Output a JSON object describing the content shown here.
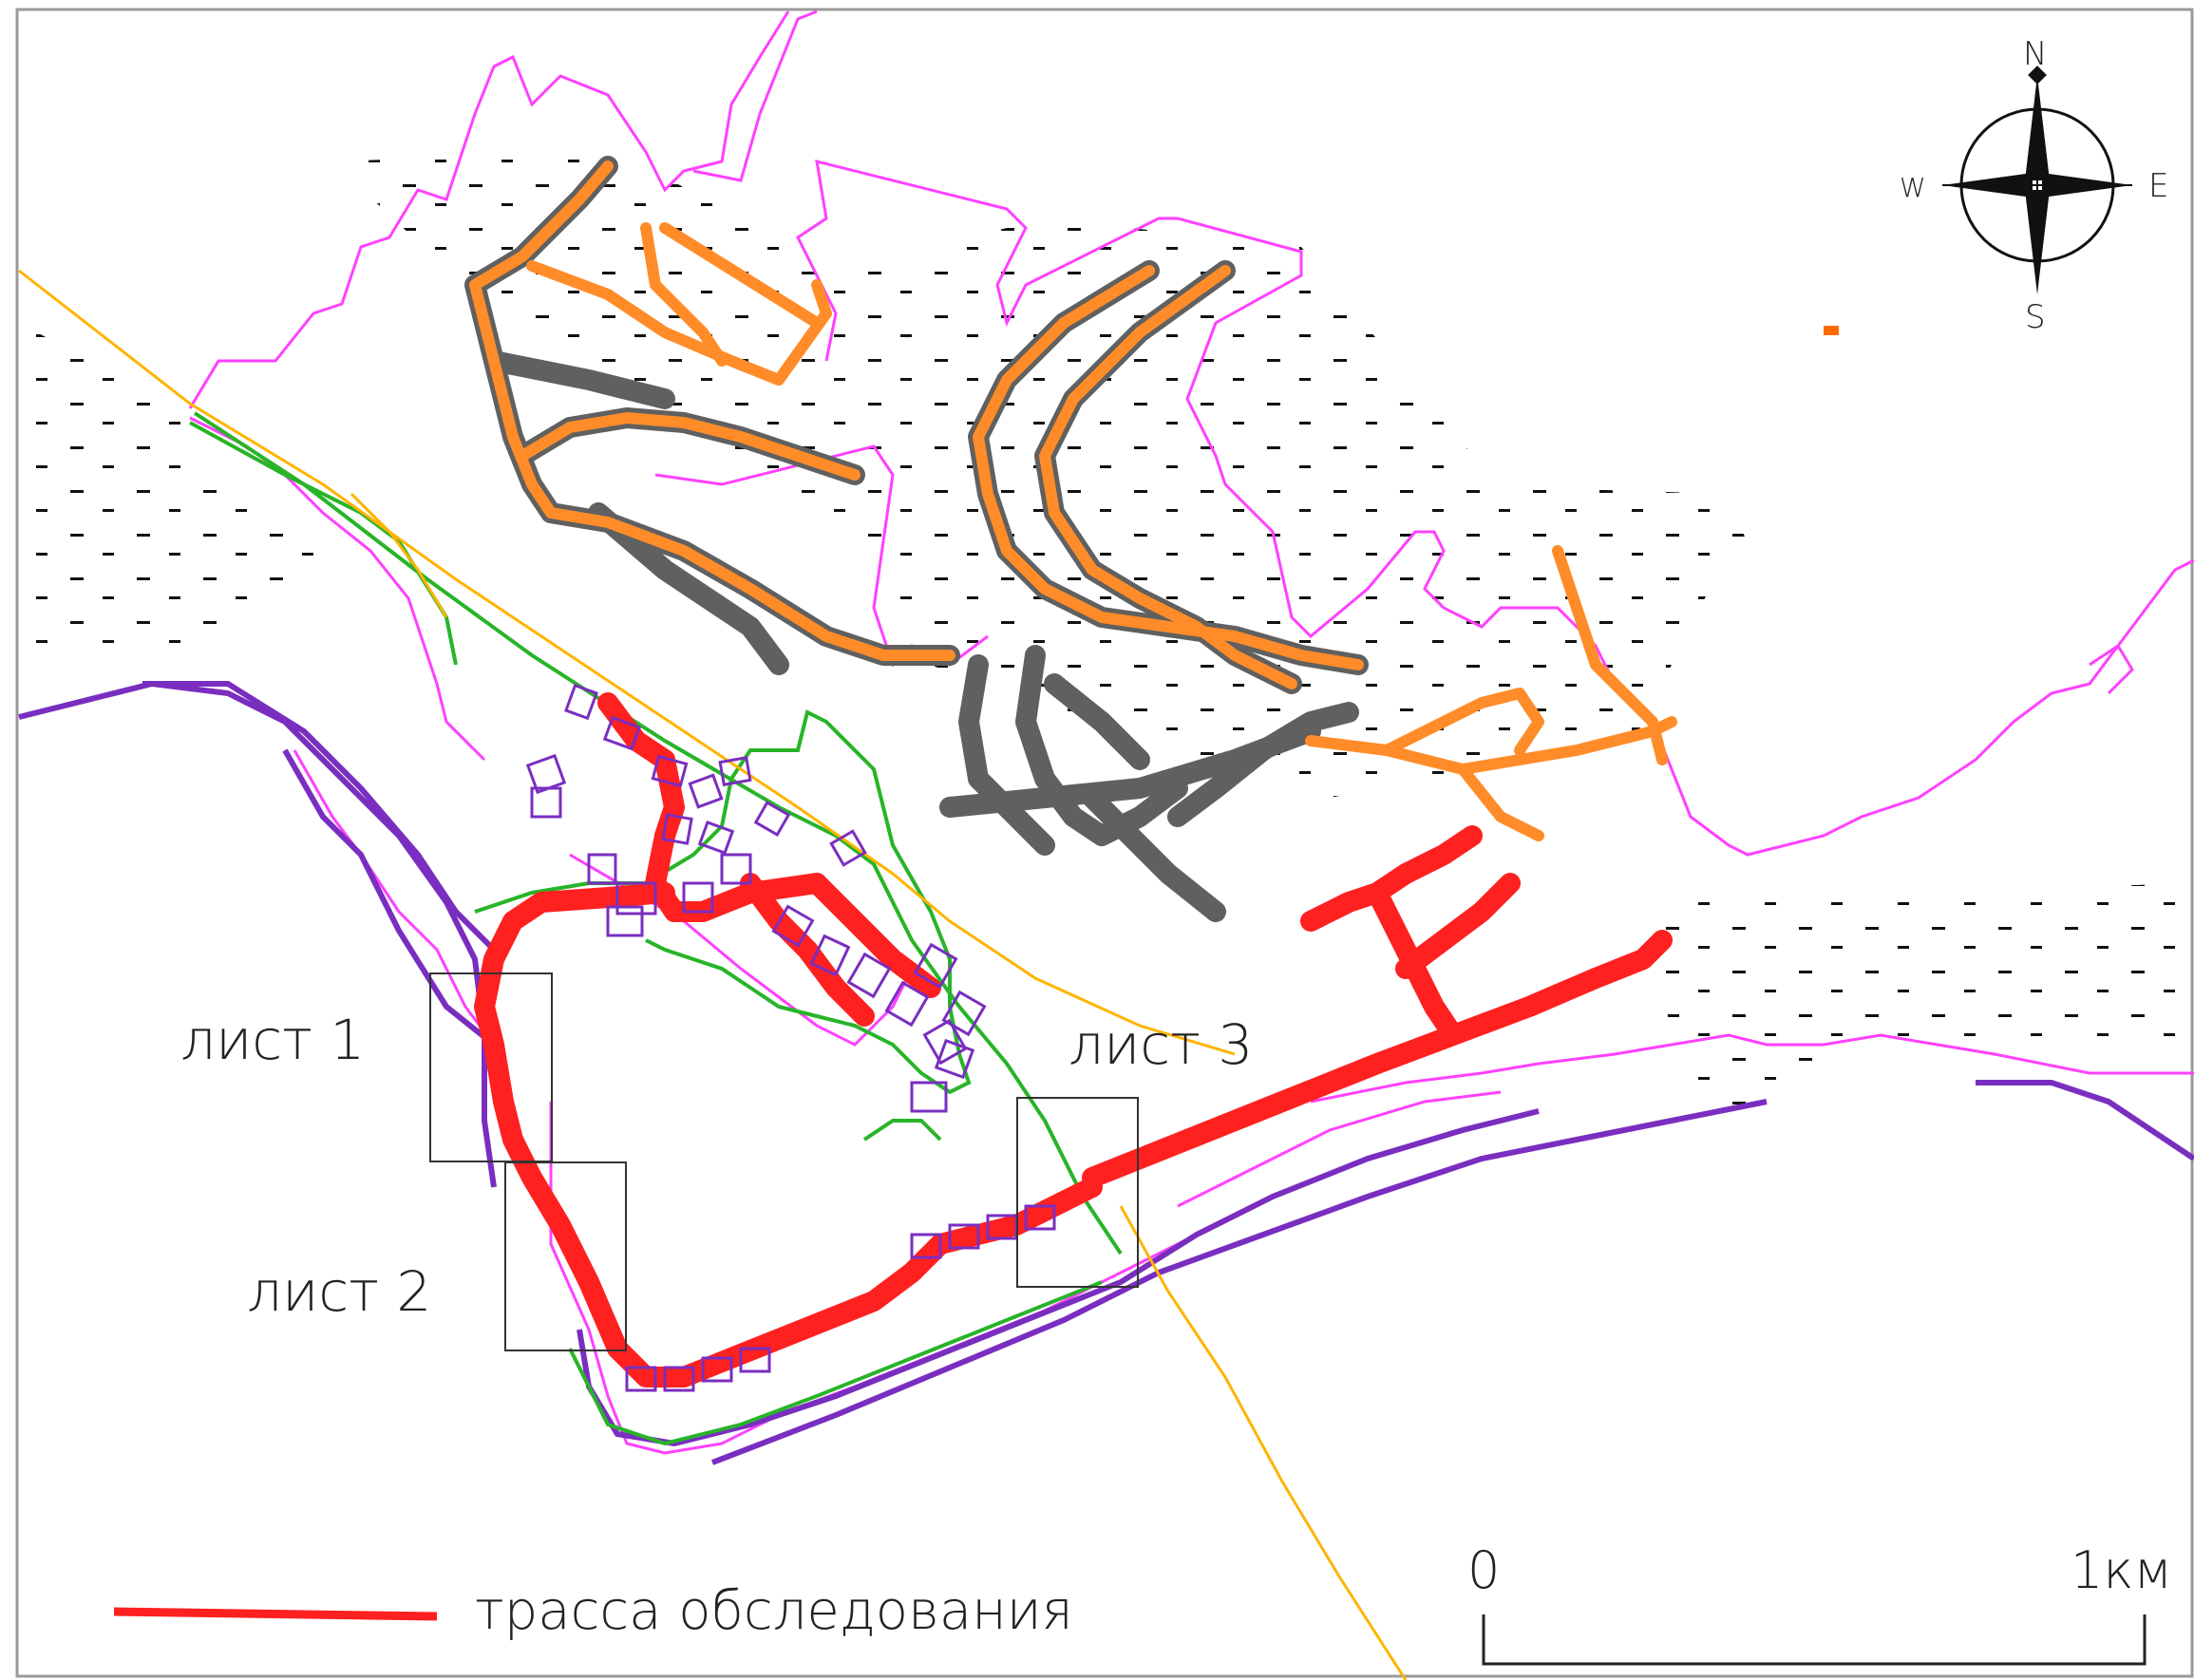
{
  "sheets": [
    {
      "label": "лист 1"
    },
    {
      "label": "лист 2"
    },
    {
      "label": "лист 3"
    }
  ],
  "compass": {
    "n": "N",
    "s": "S",
    "e": "E",
    "w": "W"
  },
  "scale": {
    "start": "0",
    "end": "1км"
  },
  "legend": {
    "route_label": "трасса обследования"
  },
  "colors": {
    "survey_route": "#ff2020",
    "route_dark": "#606060",
    "route_orange": "#ff8c28",
    "boundary_magenta": "#ff40ff",
    "river_purple": "#7a2ec0",
    "road_green": "#28b428",
    "pipeline_yellow": "#ffb400"
  }
}
